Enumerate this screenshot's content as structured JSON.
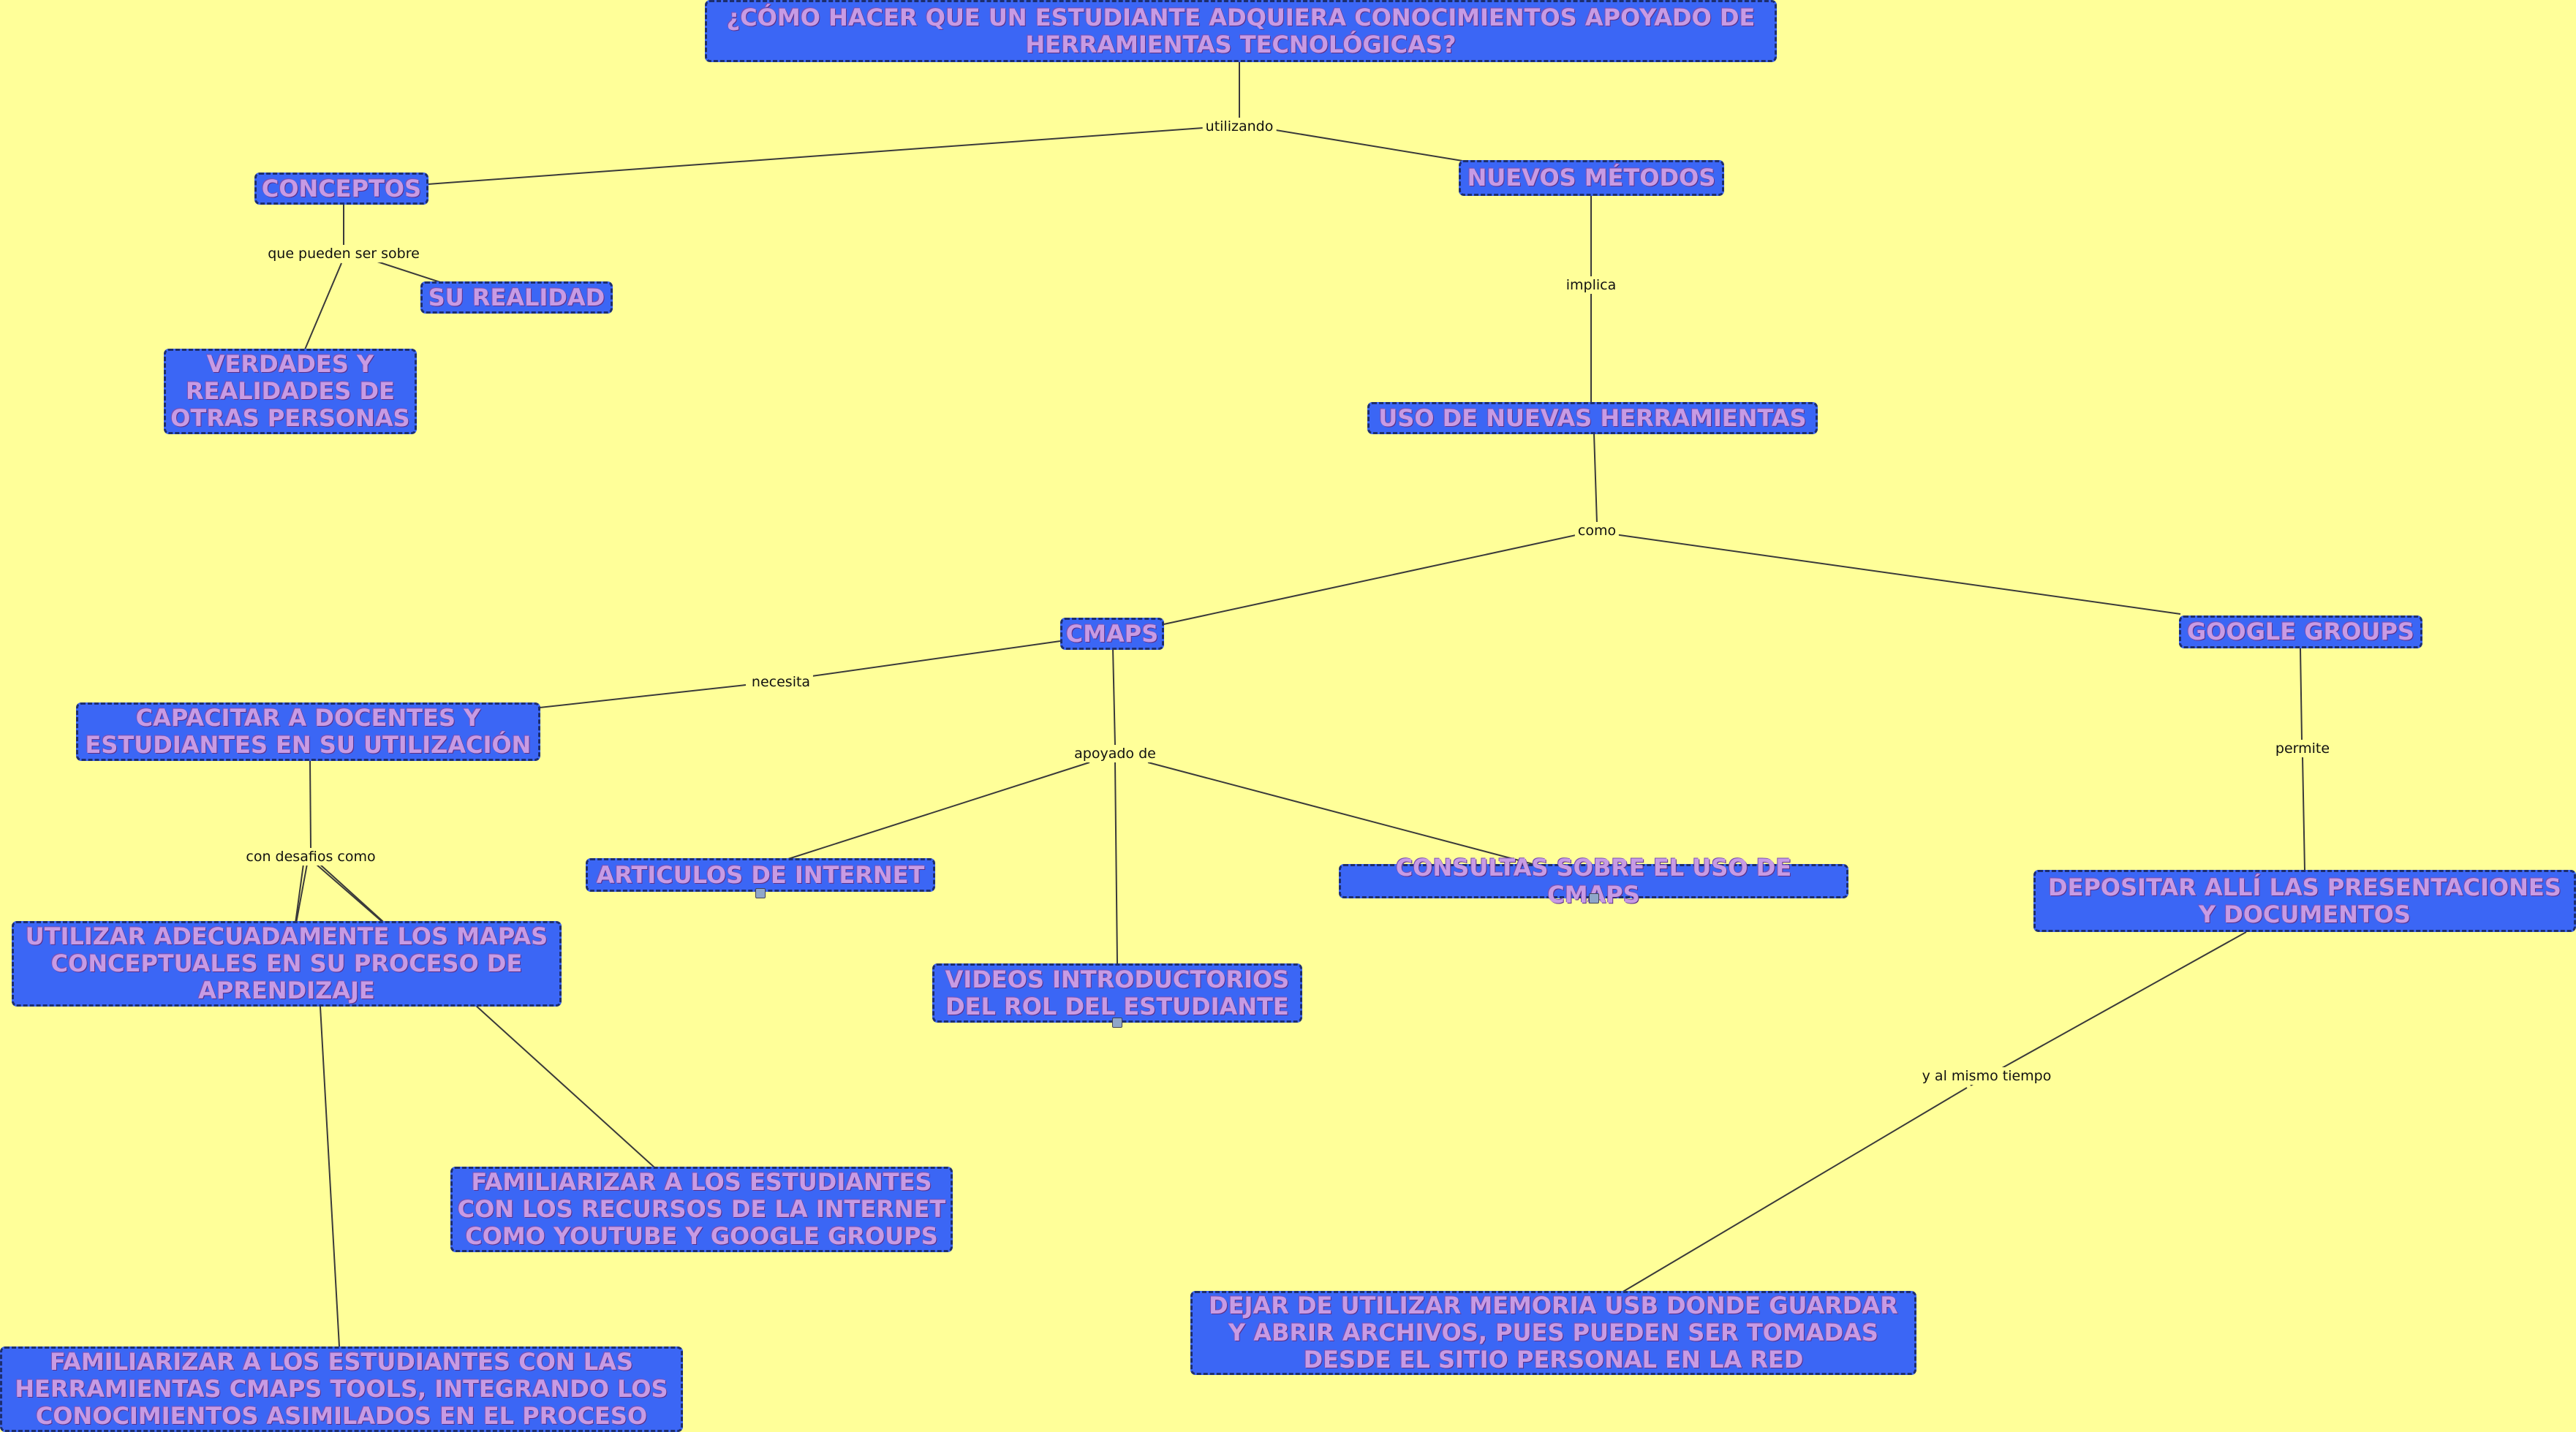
{
  "colors": {
    "background": "#ffff99",
    "concept_fill": "#3b66f5",
    "concept_text": "#c79be4",
    "concept_border": "#1d2e6e",
    "link": "#3a3a3a"
  },
  "concepts": {
    "pregunta": "¿CÓMO HACER QUE UN ESTUDIANTE ADQUIERA CONOCIMIENTOS APOYADO DE\nHERRAMIENTAS TECNOLÓGICAS?",
    "conceptos": "CONCEPTOS",
    "nuevos_metodos": "NUEVOS MÉTODOS",
    "su_realidad": "SU REALIDAD",
    "verdades": "VERDADES Y\nREALIDADES DE\nOTRAS PERSONAS",
    "uso_herramientas": "USO DE NUEVAS HERRAMIENTAS",
    "cmaps": "CMAPS",
    "google_groups": "GOOGLE GROUPS",
    "capacitar": "CAPACITAR A DOCENTES Y\nESTUDIANTES EN SU UTILIZACIÓN",
    "articulos": "ARTICULOS DE INTERNET",
    "consultas": "CONSULTAS SOBRE EL USO DE CMAPS",
    "videos": "VIDEOS INTRODUCTORIOS\nDEL ROL DEL ESTUDIANTE",
    "depositar": "DEPOSITAR ALLÍ LAS PRESENTACIONES\nY DOCUMENTOS",
    "utilizar_mapas": "UTILIZAR ADECUADAMENTE LOS MAPAS\nCONCEPTUALES EN SU PROCESO DE\nAPRENDIZAJE",
    "familiarizar_internet": "FAMILIARIZAR A LOS ESTUDIANTES\nCON LOS RECURSOS DE LA INTERNET\nCOMO YOUTUBE Y GOOGLE GROUPS",
    "dejar_usb": "DEJAR DE UTILIZAR MEMORIA USB DONDE GUARDAR\nY ABRIR ARCHIVOS, PUES PUEDEN SER TOMADAS\nDESDE EL SITIO PERSONAL EN LA RED",
    "familiarizar_cmaps": "FAMILIARIZAR A LOS ESTUDIANTES CON LAS\nHERRAMIENTAS CMAPS TOOLS, INTEGRANDO LOS\nCONOCIMIENTOS ASIMILADOS EN EL PROCESO"
  },
  "link_labels": {
    "utilizando": "utilizando",
    "que_pueden": "que pueden ser sobre",
    "implica": "implica",
    "como": "como",
    "necesita": "necesita",
    "apoyado_de": "apoyado de",
    "permite": "permite",
    "con_desafios": "con desafios como",
    "y_al_mismo": "y al mismo tiempo"
  },
  "resource_icons": [
    "attachment-icon",
    "attachment-icon",
    "attachment-icon"
  ]
}
